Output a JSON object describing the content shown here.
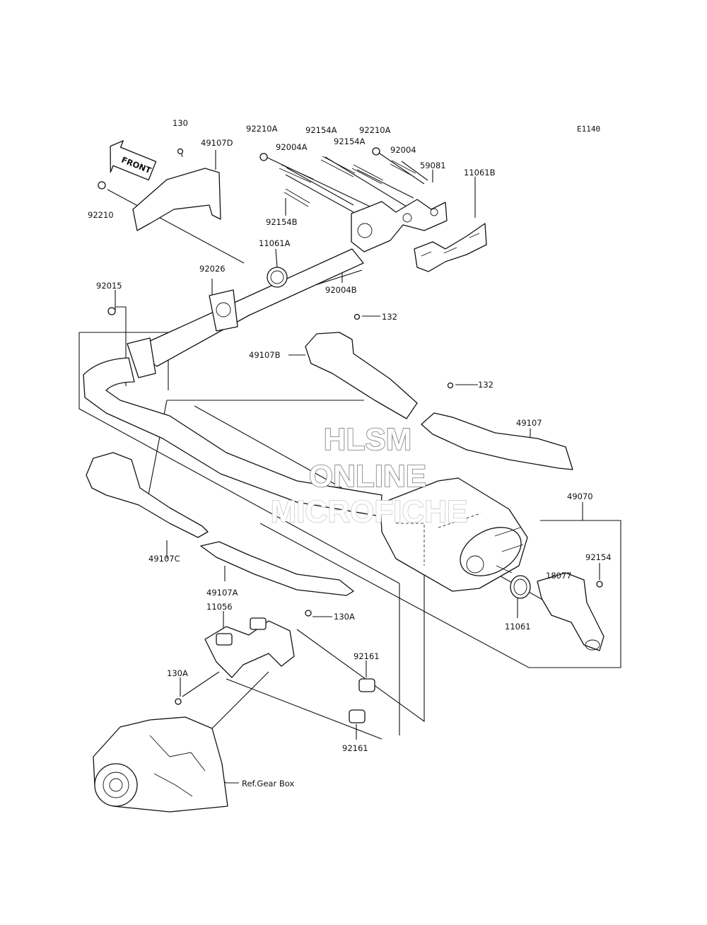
{
  "diagram_code": "E1140",
  "front_arrow_text": "FRONT",
  "watermark": {
    "line1": "HLSM",
    "line2": "ONLINE",
    "line3": "MICROFICHE"
  },
  "reference": "Ref.Gear Box",
  "parts": [
    {
      "id": "p130",
      "label": "130"
    },
    {
      "id": "p49107D",
      "label": "49107D"
    },
    {
      "id": "p92210",
      "label": "92210"
    },
    {
      "id": "p92210A_1",
      "label": "92210A"
    },
    {
      "id": "p92004A",
      "label": "92004A"
    },
    {
      "id": "p92154A_1",
      "label": "92154A"
    },
    {
      "id": "p92154A_2",
      "label": "92154A"
    },
    {
      "id": "p92210A_2",
      "label": "92210A"
    },
    {
      "id": "p92004",
      "label": "92004"
    },
    {
      "id": "p59081",
      "label": "59081"
    },
    {
      "id": "p11061B",
      "label": "11061B"
    },
    {
      "id": "p92154B",
      "label": "92154B"
    },
    {
      "id": "p11061A",
      "label": "11061A"
    },
    {
      "id": "p92004B",
      "label": "92004B"
    },
    {
      "id": "p92026",
      "label": "92026"
    },
    {
      "id": "p92015",
      "label": "92015"
    },
    {
      "id": "p132_1",
      "label": "132"
    },
    {
      "id": "p49107B",
      "label": "49107B"
    },
    {
      "id": "p132_2",
      "label": "132"
    },
    {
      "id": "p49107",
      "label": "49107"
    },
    {
      "id": "p49070",
      "label": "49070"
    },
    {
      "id": "p92154",
      "label": "92154"
    },
    {
      "id": "p18077",
      "label": "18077"
    },
    {
      "id": "p11061",
      "label": "11061"
    },
    {
      "id": "p49107C",
      "label": "49107C"
    },
    {
      "id": "p49107A",
      "label": "49107A"
    },
    {
      "id": "p11056",
      "label": "11056"
    },
    {
      "id": "p130A_1",
      "label": "130A"
    },
    {
      "id": "p130A_2",
      "label": "130A"
    },
    {
      "id": "p92161_1",
      "label": "92161"
    },
    {
      "id": "p92161_2",
      "label": "92161"
    }
  ]
}
